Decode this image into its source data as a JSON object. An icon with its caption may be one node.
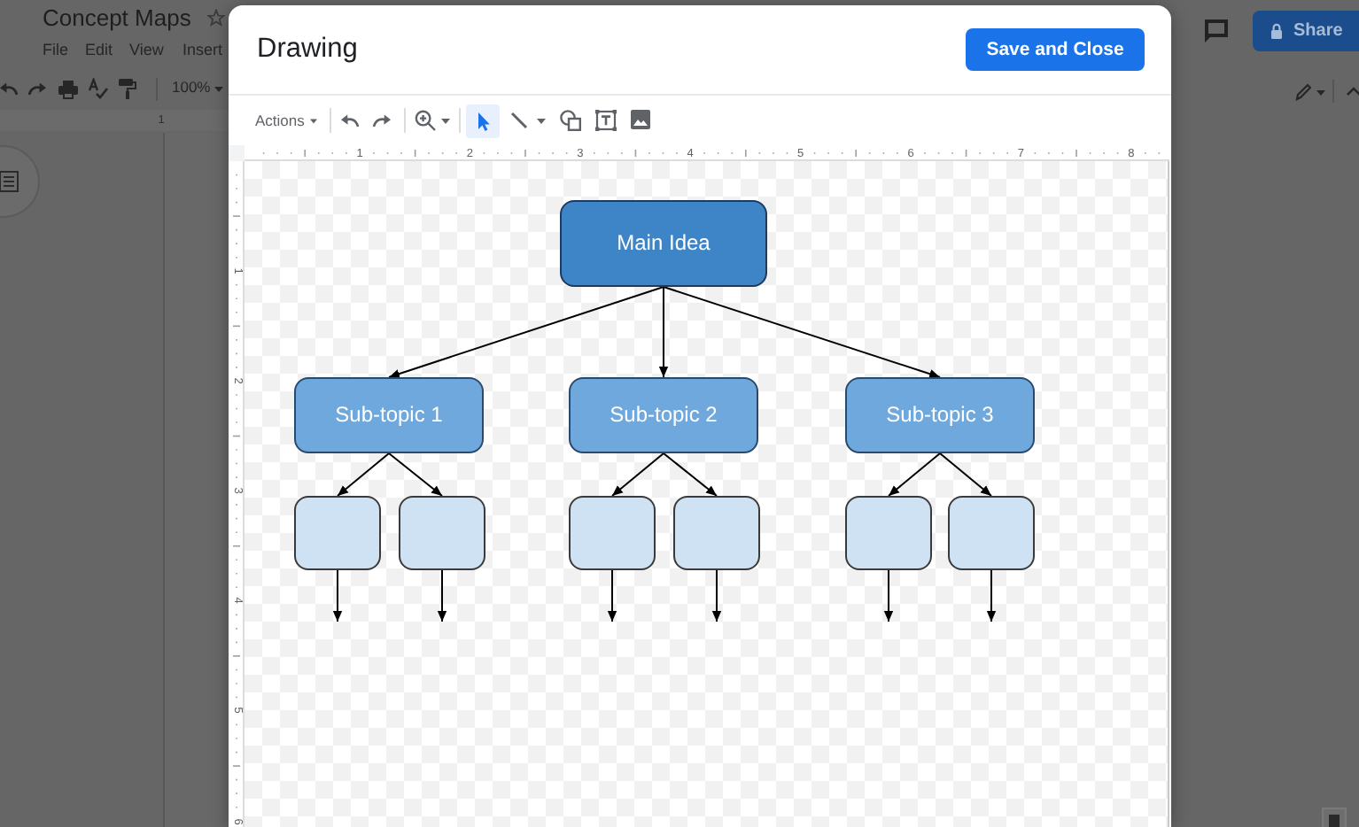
{
  "diagram": {
    "nodes": [
      {
        "text": [
          "Main Idea"
        ]
      },
      {
        "text": [
          "Sub-topic 1"
        ]
      },
      {
        "text": [
          "Sub-topic 2"
        ]
      },
      {
        "text": [
          "Sub-topic 3"
        ]
      },
      {
        "text": [],
        "shape": "box"
      },
      {
        "text": [],
        "shape": "box"
      },
      {
        "text": [],
        "shape": "box"
      },
      {
        "text": [],
        "shape": "box"
      },
      {
        "text": [],
        "shape": "box"
      },
      {
        "text": [],
        "shape": "box"
      }
    ],
    "edges": [
      {
        "from": 0,
        "to": 1,
        "arrow": "to"
      },
      {
        "from": 0,
        "to": 2,
        "arrow": "to"
      },
      {
        "from": 0,
        "to": 3,
        "arrow": "to"
      },
      {
        "from": 1,
        "to": 4,
        "arrow": "to"
      },
      {
        "from": 1,
        "to": 5,
        "arrow": "to"
      },
      {
        "from": 2,
        "to": 6,
        "arrow": "to"
      },
      {
        "from": 2,
        "to": 7,
        "arrow": "to"
      },
      {
        "from": 3,
        "to": 8,
        "arrow": "to"
      },
      {
        "from": 3,
        "to": 9,
        "arrow": "to"
      },
      {
        "from": 4,
        "to": null,
        "arrow": "to"
      },
      {
        "from": 5,
        "to": null,
        "arrow": "to"
      },
      {
        "from": 6,
        "to": null,
        "arrow": "to"
      },
      {
        "from": 7,
        "to": null,
        "arrow": "to"
      },
      {
        "from": 8,
        "to": null,
        "arrow": "to"
      },
      {
        "from": 9,
        "to": null,
        "arrow": "to"
      }
    ],
    "labels": [
      "Concept Maps",
      "File",
      "Edit",
      "View",
      "Insert",
      "100%",
      "1",
      "Drawing",
      "Save and Close",
      "Share",
      "Actions",
      "1",
      "2",
      "3",
      "4",
      "5",
      "6",
      "7",
      "8",
      "1",
      "2",
      "3",
      "4",
      "5",
      "6"
    ]
  }
}
